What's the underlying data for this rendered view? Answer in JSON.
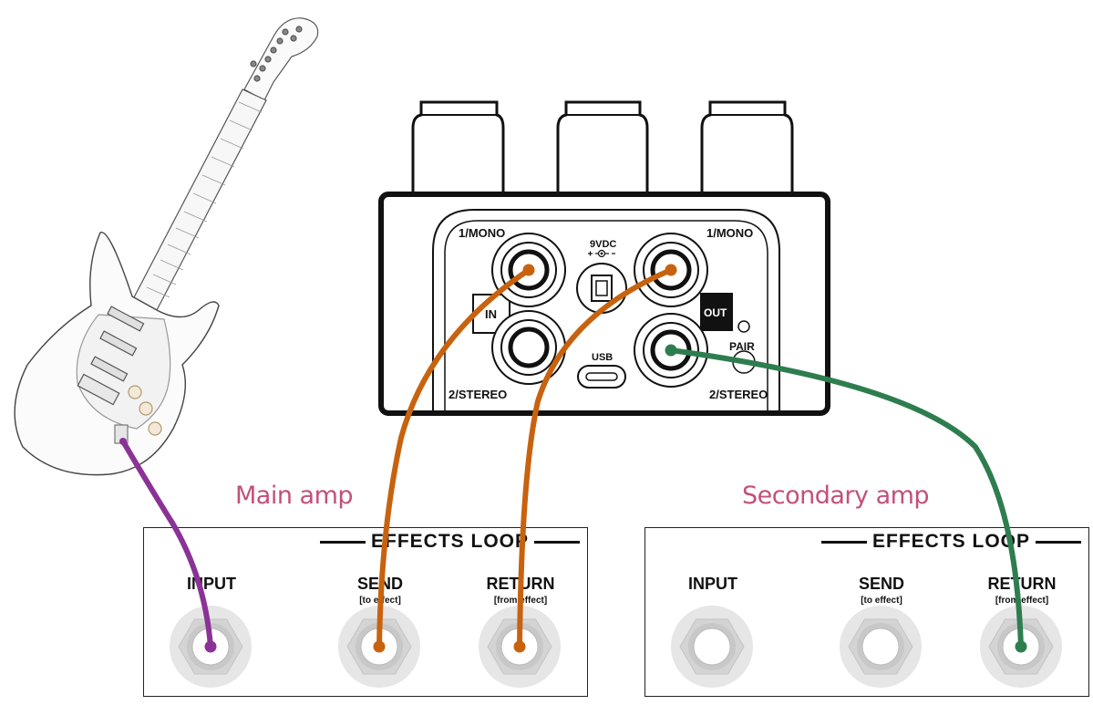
{
  "colors": {
    "amp_title": "#c2507a",
    "cable_guitar": "#8b3296",
    "cable_main_loop": "#c8620e",
    "cable_secondary_loop": "#2e7d4f",
    "jack_ring": "#e4e4e4",
    "jack_nut": "#d2d2d2"
  },
  "pedal": {
    "left_top_jack_label": "1/MONO",
    "left_bottom_jack_label": "2/STEREO",
    "right_top_jack_label": "1/MONO",
    "right_bottom_jack_label": "2/STEREO",
    "power_label": "9VDC",
    "usb_label": "USB",
    "pair_label": "PAIR",
    "in_tab_label": "IN",
    "out_tab_label": "OUT"
  },
  "main_amp": {
    "title": "Main amp",
    "loop_title": "EFFECTS LOOP",
    "input_label": "INPUT",
    "send_label": "SEND",
    "send_sub": "[to effect]",
    "return_label": "RETURN",
    "return_sub": "[from effect]"
  },
  "secondary_amp": {
    "title": "Secondary amp",
    "loop_title": "EFFECTS LOOP",
    "input_label": "INPUT",
    "send_label": "SEND",
    "send_sub": "[to effect]",
    "return_label": "RETURN",
    "return_sub": "[from effect]"
  }
}
